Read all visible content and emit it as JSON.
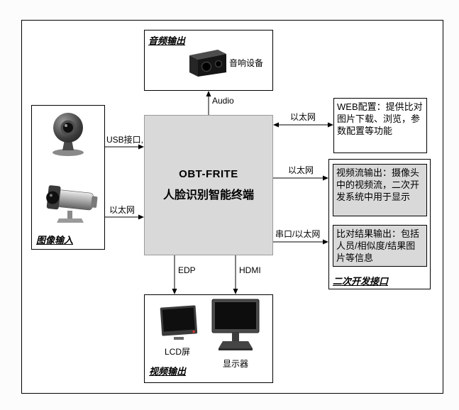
{
  "colors": {
    "box_fill_gray": "#d9d9d9",
    "border": "#000000",
    "power_led_red": "#e03030"
  },
  "terminal": {
    "model": "OBT-FRITE",
    "title": "人脸识别智能终端"
  },
  "groups": {
    "audio": {
      "title": "音频输出",
      "device_label": "音响设备"
    },
    "image_input": {
      "title": "图像输入"
    },
    "video_output": {
      "title": "视频输出",
      "lcd_label": "LCD屏",
      "monitor_label": "显示器"
    },
    "dev_interface": {
      "title": "二次开发接口"
    }
  },
  "info_boxes": {
    "web_config": "WEB配置：提供比对图片下载、浏览，参数配置等功能",
    "video_stream": "视频流输出：摄像头中的视频流，二次开发系统中用于显示",
    "compare_result": "比对结果输出：包括人员/相似度/结果图片等信息"
  },
  "connection_labels": {
    "usb": "USB接口,",
    "ethernet_input": "以太网",
    "audio": "Audio",
    "ethernet_web": "以太网",
    "ethernet_stream": "以太网",
    "serial_ethernet": "串口/以太网",
    "edp": "EDP",
    "hdmi": "HDMI"
  }
}
